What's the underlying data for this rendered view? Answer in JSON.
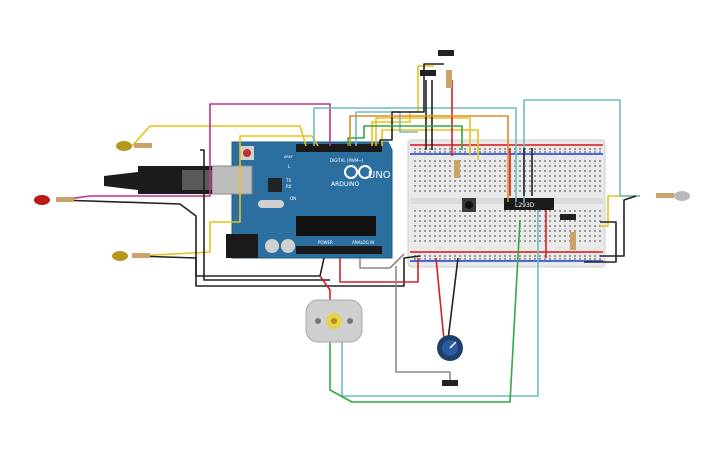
{
  "arduino": {
    "brand": "ARDUINO",
    "model": "UNO",
    "digital_label": "DIGITAL (PWM~)",
    "power_label": "POWER",
    "analog_label": "ANALOG IN",
    "tx_label": "TX",
    "rx_label": "RX",
    "l_label": "L",
    "on_label": "ON",
    "aref_label": "AREF",
    "gnd_label": "GND"
  },
  "ic": {
    "label": "L293D"
  },
  "colors": {
    "board": "#2a6fa0",
    "breadboard": "#e9e9e9",
    "rail_red": "#d94a4a",
    "rail_blue": "#4a6ad9",
    "wire_yellow": "#e8c21a",
    "wire_magenta": "#c0308c",
    "wire_teal": "#6fb9c9",
    "wire_black": "#222222",
    "wire_red": "#d62020",
    "wire_green": "#33a844",
    "wire_orange": "#e08a2a",
    "wire_gray": "#8a8a8a"
  },
  "components": [
    "arduino-uno",
    "breadboard",
    "l293d-driver",
    "dc-motor",
    "potentiometer",
    "pushbutton",
    "led-yellow-top",
    "led-red",
    "led-yellow-bottom",
    "led-gray-right",
    "slide-switch-top",
    "slide-switch-mid",
    "slide-switch-bottom",
    "slide-switch-breadboard"
  ]
}
